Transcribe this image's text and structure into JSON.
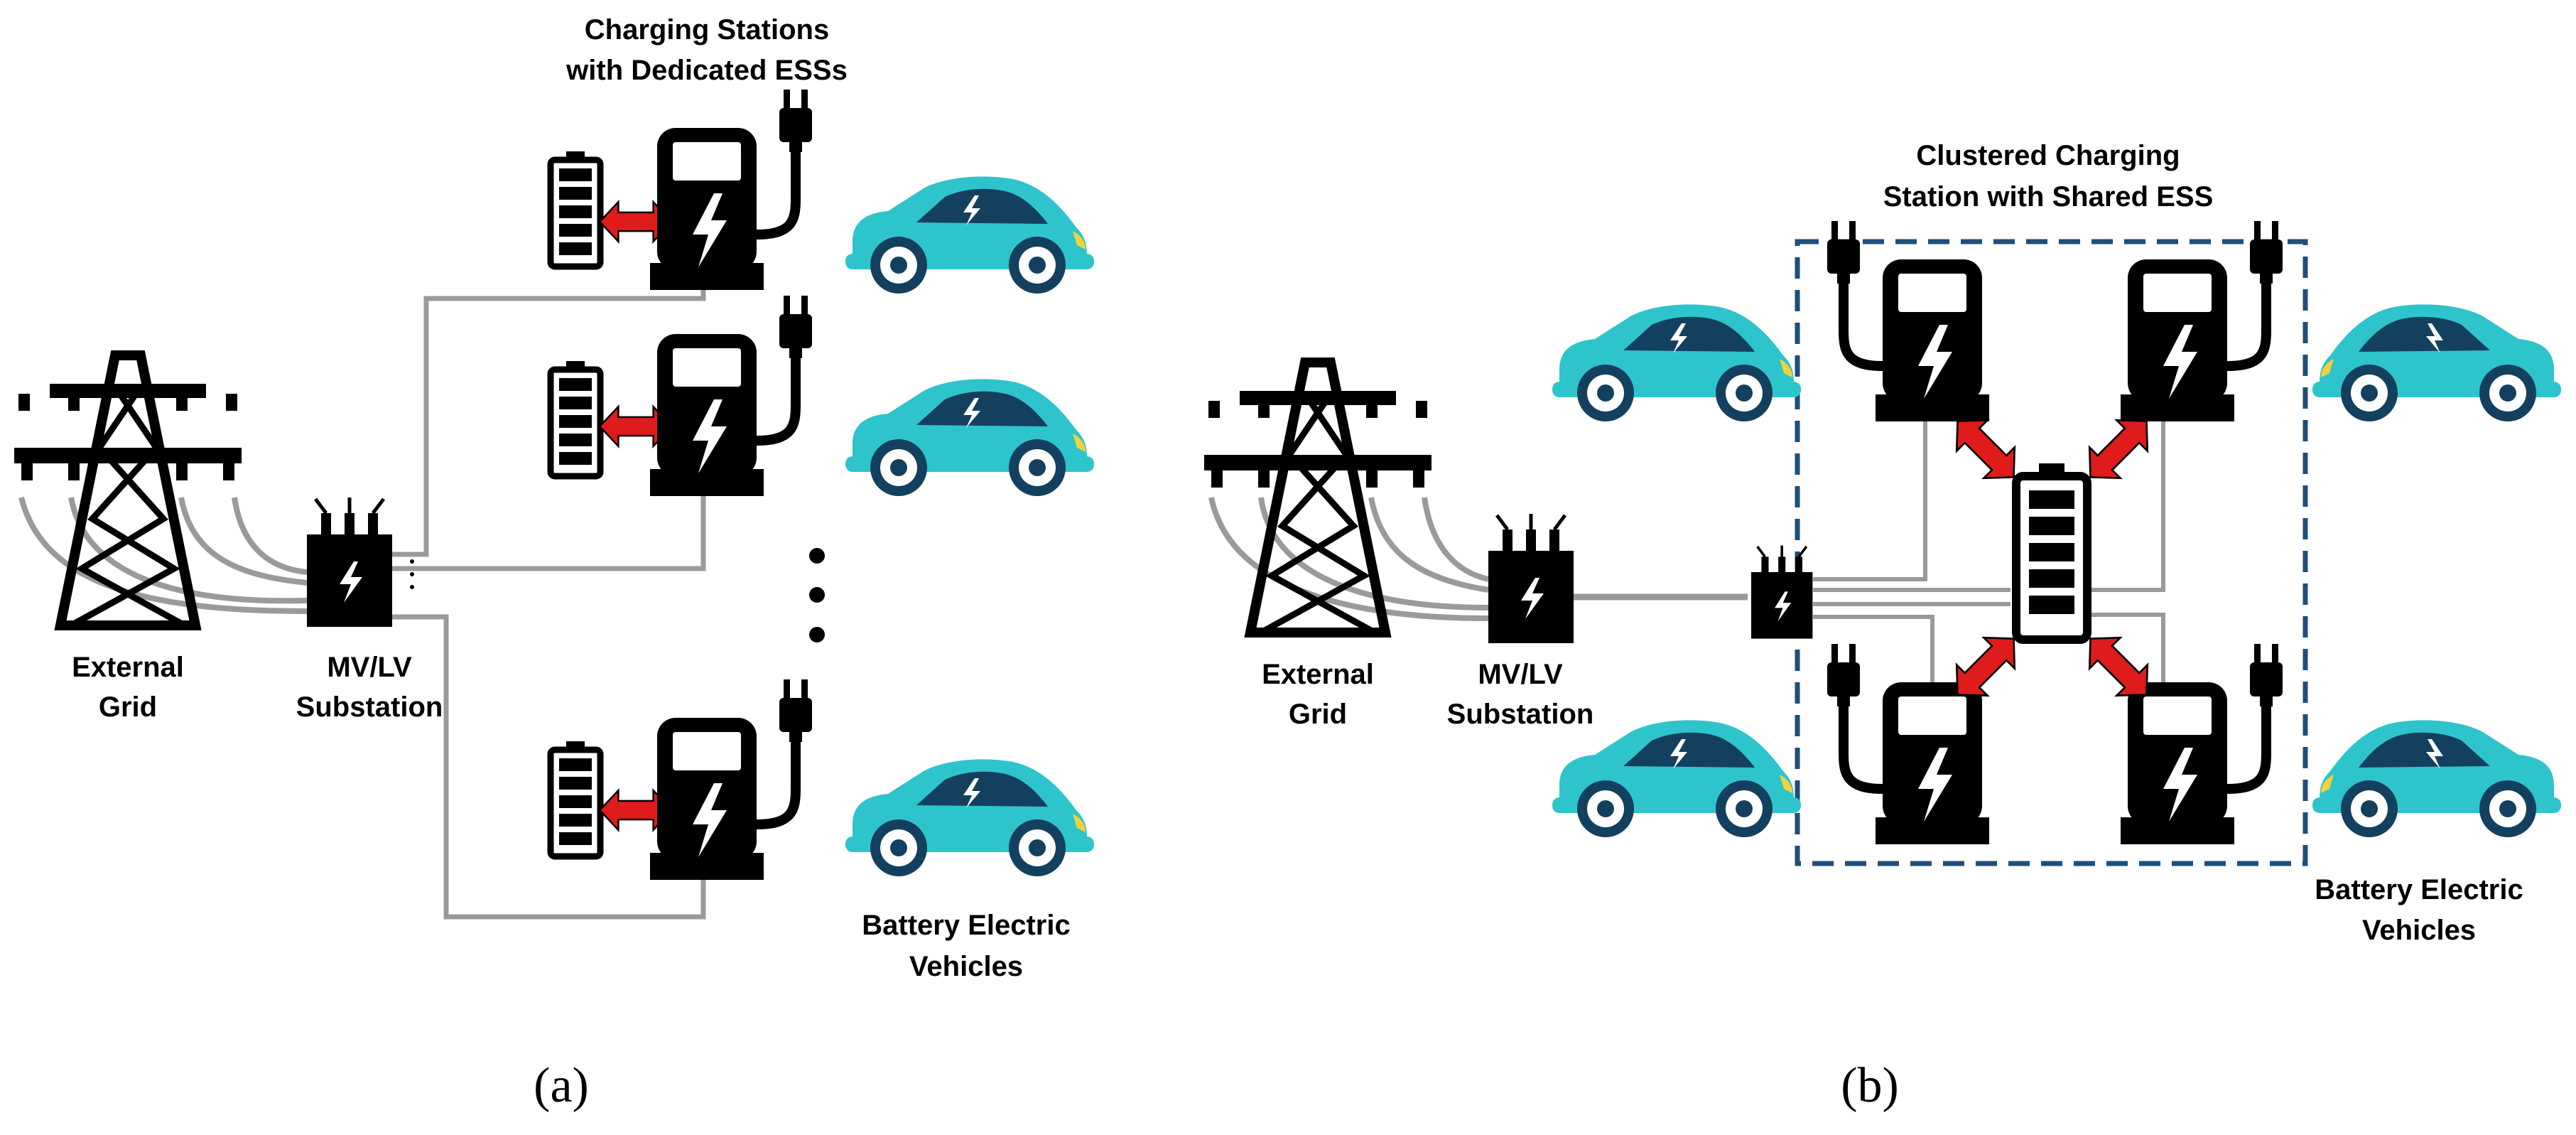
{
  "panel_a": {
    "top_label_1": "Charging Stations",
    "top_label_2": "with Dedicated ESSs",
    "grid_label_1": "External",
    "grid_label_2": "Grid",
    "substation_label_1": "MV/LV",
    "substation_label_2": "Substation",
    "bev_label_1": "Battery Electric",
    "bev_label_2": "Vehicles",
    "caption": "(a)"
  },
  "panel_b": {
    "top_label_1": "Clustered Charging",
    "top_label_2": "Station with Shared ESS",
    "grid_label_1": "External",
    "grid_label_2": "Grid",
    "substation_label_1": "MV/LV",
    "substation_label_2": "Substation",
    "bev_label_1": "Battery Electric",
    "bev_label_2": "Vehicles",
    "caption": "(b)"
  },
  "colors": {
    "car_body": "#2ec4cc",
    "car_window": "#14405f",
    "car_headlight": "#f2d23a",
    "exchange_arrow": "#e01b1b",
    "cable": "#9a9a9a",
    "cluster_border": "#1f4e79"
  }
}
